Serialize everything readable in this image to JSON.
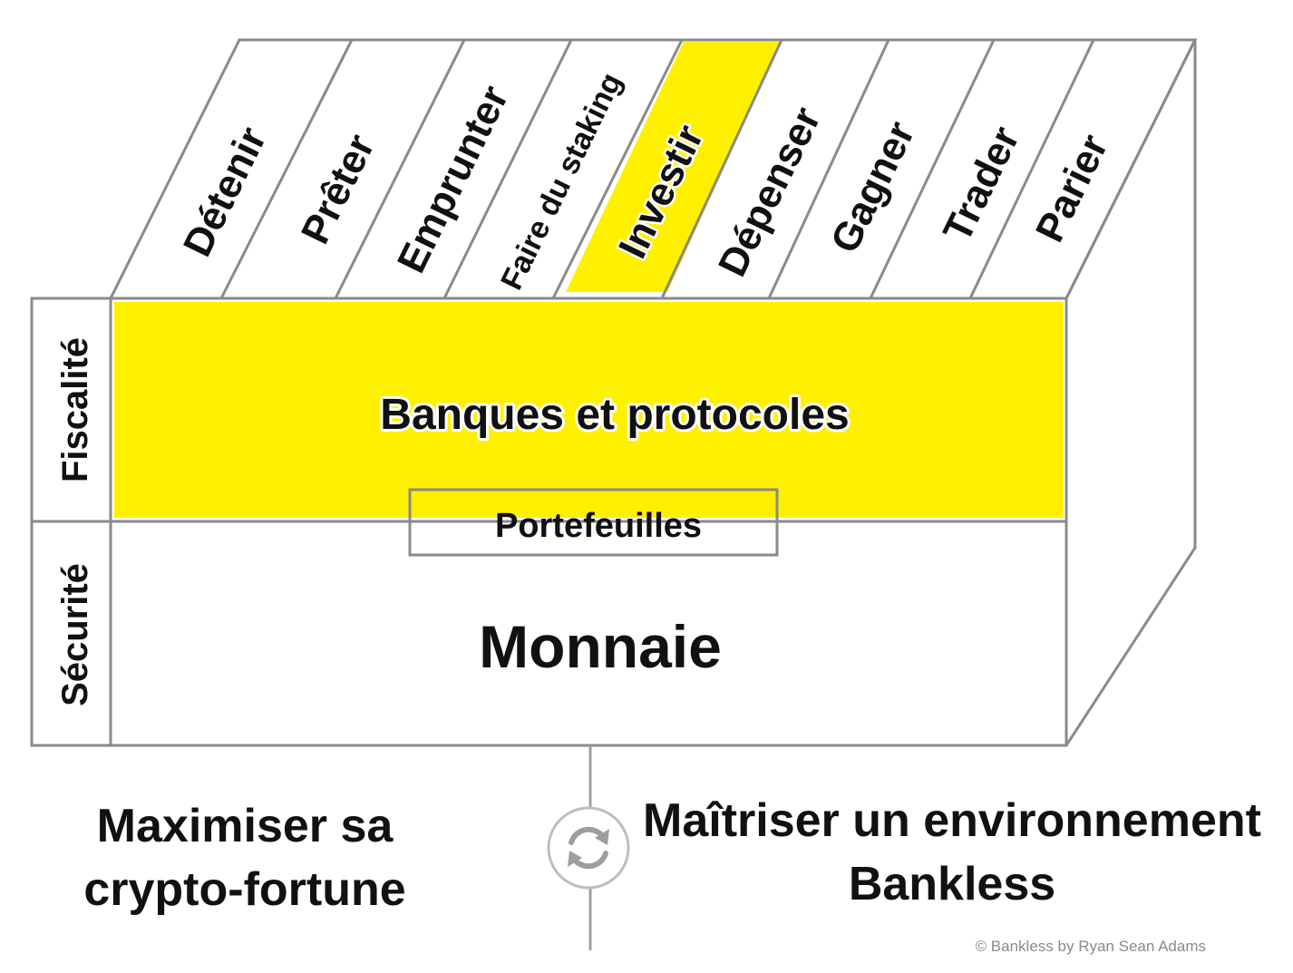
{
  "diagram": {
    "colors": {
      "highlight": "#fff000",
      "outline": "#8a8a8a",
      "text": "#111111",
      "background": "#ffffff"
    },
    "columns": [
      {
        "label": "Détenir",
        "highlighted": false
      },
      {
        "label": "Prêter",
        "highlighted": false
      },
      {
        "label": "Emprunter",
        "highlighted": false
      },
      {
        "label": "Faire du staking",
        "highlighted": false
      },
      {
        "label": "Investir",
        "highlighted": true
      },
      {
        "label": "Dépenser",
        "highlighted": false
      },
      {
        "label": "Gagner",
        "highlighted": false
      },
      {
        "label": "Trader",
        "highlighted": false
      },
      {
        "label": "Parier",
        "highlighted": false
      }
    ],
    "side_labels": {
      "top": "Fiscalité",
      "bottom": "Sécurité"
    },
    "layers": {
      "banks": {
        "label": "Banques et protocoles",
        "highlighted": true
      },
      "wallets": {
        "label": "Portefeuilles",
        "highlighted": false
      },
      "money": {
        "label": "Monnaie",
        "highlighted": false
      }
    },
    "sync_icon": "sync-icon"
  },
  "goals": {
    "left": "Maximiser sa crypto-fortune",
    "right": "Maîtriser un environnement Bankless"
  },
  "copyright": "© Bankless by Ryan Sean Adams"
}
